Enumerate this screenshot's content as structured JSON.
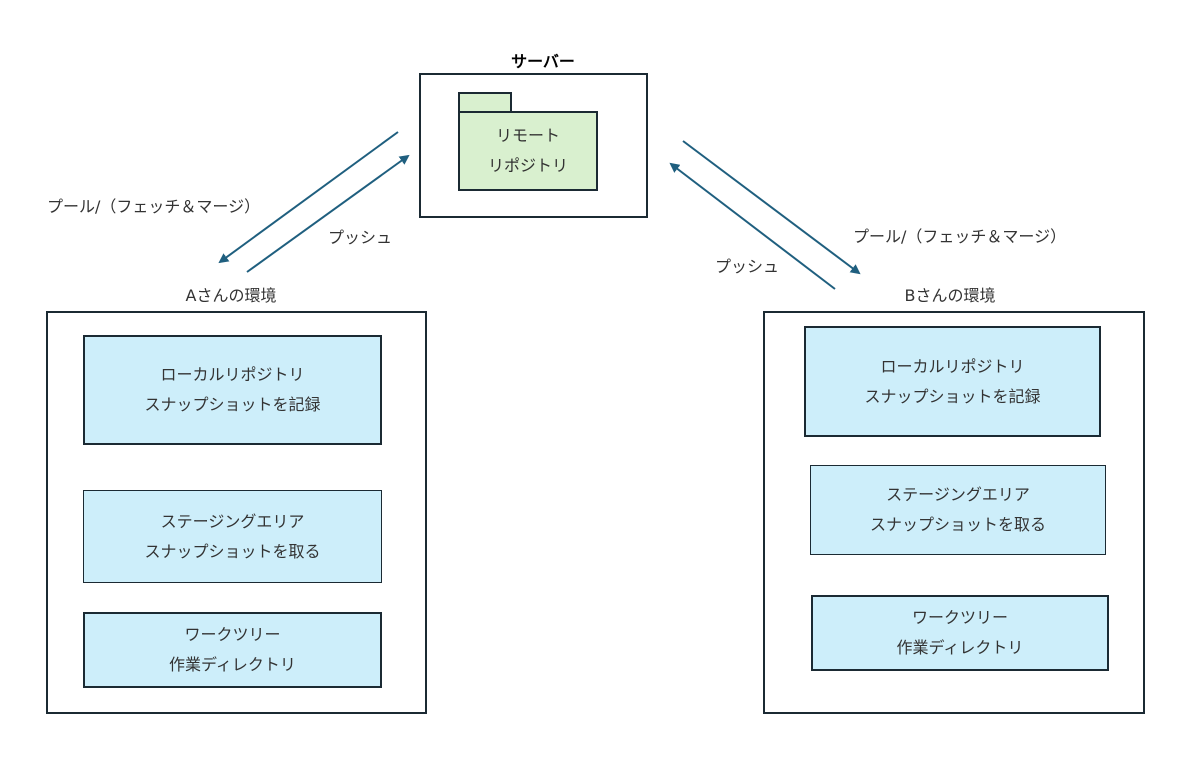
{
  "server": {
    "title": "サーバー",
    "remote_repo": [
      "リモート",
      "リポジトリ"
    ]
  },
  "arrows": {
    "pull_label": "プール/（フェッチ＆マージ）",
    "push_label": "プッシュ"
  },
  "env_a": {
    "title": "Aさんの環境",
    "local_repo": [
      "ローカルリポジトリ",
      "スナップショットを記録"
    ],
    "staging": [
      "ステージングエリア",
      "スナップショットを取る"
    ],
    "worktree": [
      "ワークツリー",
      "作業ディレクトリ"
    ]
  },
  "env_b": {
    "title": "Bさんの環境",
    "local_repo": [
      "ローカルリポジトリ",
      "スナップショットを記録"
    ],
    "staging": [
      "ステージングエリア",
      "スナップショットを取る"
    ],
    "worktree": [
      "ワークツリー",
      "作業ディレクトリ"
    ]
  },
  "colors": {
    "arrow": "#1f5f7f",
    "box_fill": "#cdeefa",
    "repo_fill": "#d9f0cf",
    "border": "#1b2a33"
  }
}
